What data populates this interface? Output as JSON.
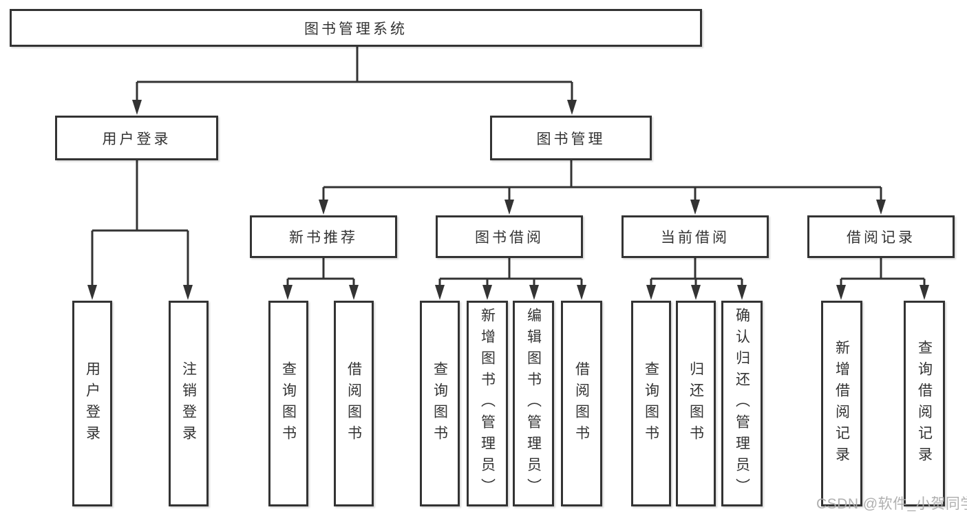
{
  "diagram": {
    "type": "hierarchy-tree",
    "colors": {
      "line": "#333333",
      "text": "#333333",
      "background": "#ffffff",
      "watermark": "#acacac"
    },
    "watermark": "CSDN @软件_小贺同学",
    "nodes": {
      "root": {
        "label": "图书管理系统"
      },
      "level2": [
        {
          "label": "用户登录"
        },
        {
          "label": "图书管理"
        }
      ],
      "level3": [
        {
          "label": "新书推荐",
          "parent": "图书管理"
        },
        {
          "label": "图书借阅",
          "parent": "图书管理"
        },
        {
          "label": "当前借阅",
          "parent": "图书管理"
        },
        {
          "label": "借阅记录",
          "parent": "图书管理"
        }
      ],
      "leaves": [
        {
          "label": "用户登录",
          "parent": "用户登录"
        },
        {
          "label": "注销登录",
          "parent": "用户登录"
        },
        {
          "label": "查询图书",
          "parent": "新书推荐"
        },
        {
          "label": "借阅图书",
          "parent": "新书推荐"
        },
        {
          "label": "查询图书",
          "parent": "图书借阅"
        },
        {
          "label": "新增图书（管理员）",
          "parent": "图书借阅"
        },
        {
          "label": "编辑图书（管理员）",
          "parent": "图书借阅"
        },
        {
          "label": "借阅图书",
          "parent": "图书借阅"
        },
        {
          "label": "查询图书",
          "parent": "当前借阅"
        },
        {
          "label": "归还图书",
          "parent": "当前借阅"
        },
        {
          "label": "确认归还（管理员）",
          "parent": "当前借阅"
        },
        {
          "label": "新增借阅记录",
          "parent": "借阅记录"
        },
        {
          "label": "查询借阅记录",
          "parent": "借阅记录"
        }
      ]
    }
  }
}
